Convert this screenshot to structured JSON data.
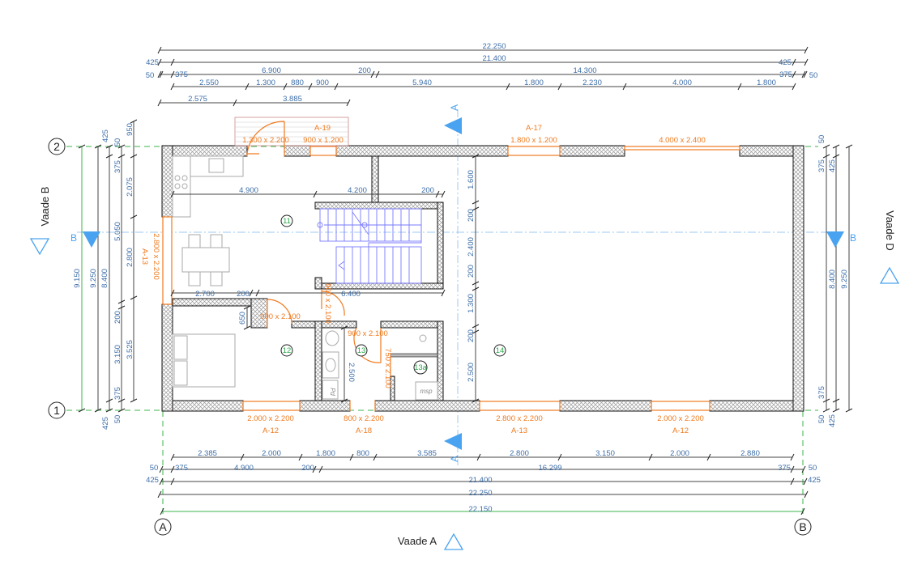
{
  "dims": {
    "top": {
      "row1": [
        "22.250"
      ],
      "row2": [
        "425",
        "21.400",
        "425"
      ],
      "row3": [
        "50",
        "375",
        "6.900",
        "200",
        "14.300",
        "375",
        "50"
      ],
      "row4": [
        "2.550",
        "1.300",
        "880",
        "900",
        "5.940",
        "1.800",
        "2.230",
        "4.000",
        "1.800"
      ],
      "row5": [
        "2.575",
        "3.885"
      ]
    },
    "bottom": {
      "row1": [
        "2.385",
        "2.000",
        "1.800",
        "800",
        "3.585",
        "2.800",
        "3.150",
        "2.000",
        "2.880"
      ],
      "row2": [
        "50",
        "375",
        "4.900",
        "200",
        "16.299",
        "375",
        "50"
      ],
      "row3": [
        "425",
        "21.400",
        "425"
      ],
      "row4": [
        "22.250"
      ],
      "row5": [
        "22.150"
      ]
    },
    "left": {
      "col1": [
        "9.150"
      ],
      "col2": [
        "425",
        "9.250",
        "425"
      ],
      "col3": [
        "8.400"
      ],
      "col4": [
        "50",
        "375",
        "5.050",
        "200",
        "3.150",
        "375",
        "50"
      ],
      "col5": [
        "950",
        "2.075",
        "2.800",
        "3.525"
      ]
    },
    "right": {
      "col1": [
        "50",
        "375",
        "8.400",
        "375",
        "50"
      ],
      "col2": [
        "425",
        "9.250",
        "425"
      ]
    },
    "interior": {
      "row_upper": [
        "4.900",
        "4.200",
        "200"
      ],
      "row_lower": [
        "2.700",
        "200",
        "6.400"
      ],
      "bedroom_stub": "650",
      "bath": "2.500",
      "column": [
        "1.600",
        "200",
        "2.400",
        "200",
        "1.300",
        "200",
        "2.500"
      ]
    }
  },
  "openings": {
    "top": [
      {
        "tag": "A-19",
        "size": "1.300 x 2.200"
      },
      {
        "size": "900 x 1.200"
      },
      {
        "tag": "A-17",
        "size": "1.800 x 1.200"
      },
      {
        "size": "4.000 x 2.400"
      }
    ],
    "left": {
      "tag": "A-13",
      "size": "2.800 x 2.200"
    },
    "interior": [
      "900 x 2.100",
      "900 x 2.100",
      "900 x 2.100",
      "750 x 2.100"
    ],
    "bottom": [
      {
        "tag": "A-12",
        "size": "2.000 x 2.200"
      },
      {
        "tag": "A-18",
        "size": "800 x 2.200"
      },
      {
        "tag": "A-13",
        "size": "2.800 x 2.200"
      },
      {
        "tag": "A-12",
        "size": "2.000 x 2.200"
      }
    ]
  },
  "rooms": [
    "11",
    "12",
    "13",
    "13a",
    "14"
  ],
  "fixtures": {
    "meter": "msp",
    "washer": "Pd"
  },
  "grid_axes": {
    "rows": [
      "2",
      "1"
    ],
    "cols": [
      "A",
      "B"
    ]
  },
  "sections": {
    "a": "A",
    "b": "B"
  },
  "views": {
    "a": "Vaade A",
    "b": "Vaade B",
    "d": "Vaade D"
  },
  "colors": {
    "dimension": "#3d6ea8",
    "opening": "#f07a1e",
    "room": "#2aa84a",
    "grid": "#3cb44b",
    "section": "#4aa3f0",
    "stair": "#7a7aff"
  }
}
